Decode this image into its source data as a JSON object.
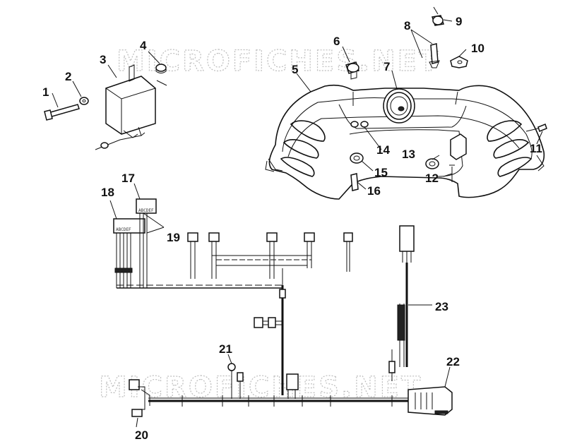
{
  "watermark": {
    "top": "MICROFICHES.NET",
    "bottom": "MICROFICHES.NET"
  },
  "callouts": {
    "c1": "1",
    "c2": "2",
    "c3": "3",
    "c4": "4",
    "c5": "5",
    "c6": "6",
    "c7": "7",
    "c8": "8",
    "c9": "9",
    "c10": "10",
    "c11": "11",
    "c12": "12",
    "c13": "13",
    "c14": "14",
    "c15": "15",
    "c16": "16",
    "c17": "17",
    "c18": "18",
    "c19": "19",
    "c20": "20",
    "c21": "21",
    "c22": "22",
    "c23": "23"
  },
  "connector_pins": {
    "p17": "ABCDEF",
    "p18": "ABCDEF"
  }
}
